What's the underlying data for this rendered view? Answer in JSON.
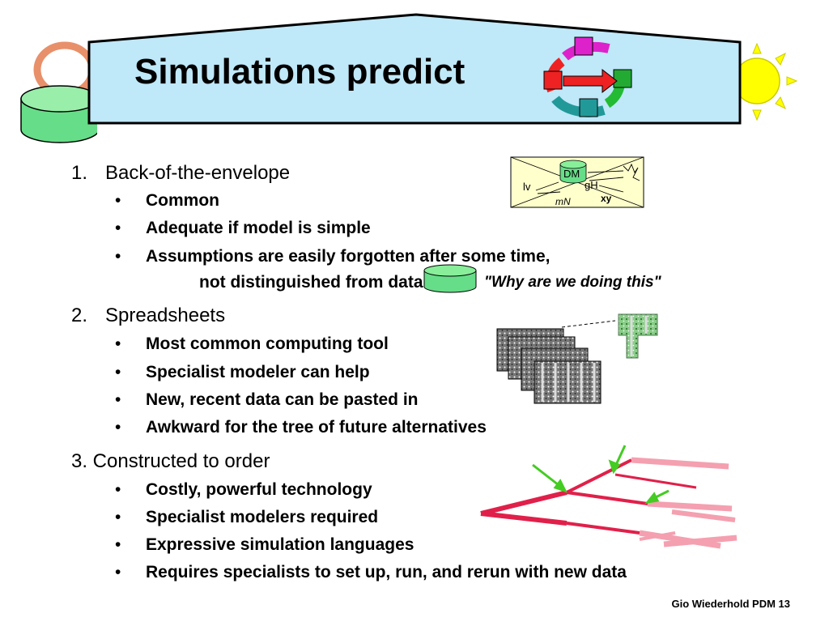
{
  "title": "Simulations predict",
  "sections": [
    {
      "number": "1.",
      "heading": "Back-of-the-envelope",
      "bullets": [
        "Common",
        "Adequate if model is simple",
        "Assumptions are easily forgotten after some time,"
      ],
      "continuation": "not distinguished from",
      "data_label": "data",
      "quote": "\"Why are we doing this\""
    },
    {
      "number": "2.",
      "heading": "Spreadsheets",
      "bullets": [
        "Most common computing tool",
        "Specialist modeler can help",
        "New, recent data can be pasted in",
        "Awkward for the tree of future alternatives"
      ]
    },
    {
      "heading": "3. Constructed to order",
      "bullets": [
        "Costly, powerful technology",
        "Specialist modelers required",
        "Expressive simulation languages",
        "Requires specialists to set up, run, and rerun with new data"
      ]
    }
  ],
  "bullet_glyph": "•",
  "envelope_diagram": {
    "dm": "DM",
    "lv": "lv",
    "gh": "gH",
    "mn": "mN",
    "xy": "xy"
  },
  "footer": "Gio Wiederhold PDM 13",
  "colors": {
    "banner_fill": "#bfe8f8",
    "cylinder_green": "#66dd88",
    "ring_orange": "#e8906a",
    "sun_yellow": "#ffff00",
    "envelope_fill": "#ffffcc",
    "tree_red": "#e0204a",
    "tree_pink": "#f4a0b0",
    "arrow_green": "#44cc22"
  },
  "icons": [
    "cycle-arrows-icon",
    "sun-icon",
    "ring-icon",
    "database-cylinder-icon"
  ]
}
